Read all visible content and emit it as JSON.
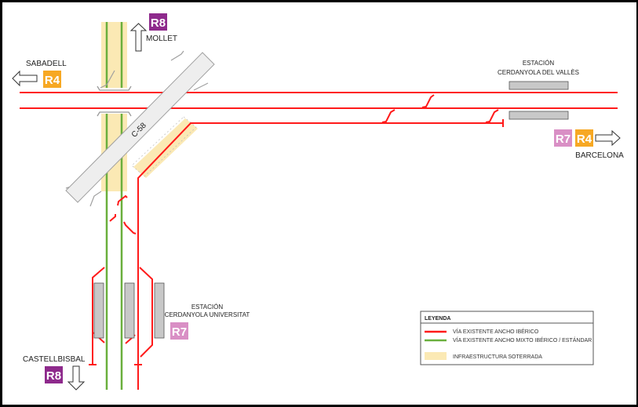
{
  "colors": {
    "iberian_track": "#ff1a1a",
    "mixed_track": "#6aaf3d",
    "underground": "#fbe9b4",
    "platform": "#c8c8c8",
    "road": "#eeeeee",
    "road_edge": "#a0a0a0",
    "line_R4": "#f7a823",
    "line_R7": "#d98fc5",
    "line_R8": "#8e2a8c"
  },
  "directions": {
    "mollet": {
      "line": "R8",
      "label": "MOLLET",
      "arrow": "up-arrow"
    },
    "sabadell": {
      "line": "R4",
      "label": "SABADELL",
      "arrow": "left-arrow"
    },
    "barcelona": {
      "lines": [
        "R7",
        "R4"
      ],
      "label": "BARCELONA",
      "arrow": "right-arrow"
    },
    "castellbisbal": {
      "line": "R8",
      "label": "CASTELLBISBAL",
      "arrow": "down-arrow"
    }
  },
  "stations": {
    "cerdanyola_valles": {
      "line1": "ESTACIÓN",
      "line2": "CERDANYOLA DEL VALLÈS"
    },
    "cerdanyola_universitat": {
      "line1": "ESTACIÓN",
      "line2": "CERDANYOLA UNIVERSITAT",
      "line": "R7"
    }
  },
  "road": {
    "label": "C-58"
  },
  "legend": {
    "title": "LEYENDA",
    "items": [
      {
        "label": "VÍA EXISTENTE ANCHO IBÉRICO",
        "type": "iberian_track"
      },
      {
        "label": "VÍA EXISTENTE ANCHO MIXTO IBÉRICO / ESTÁNDAR",
        "type": "mixed_track"
      },
      {
        "label": "INFRAESTRUCTURA SOTERRADA",
        "type": "underground"
      }
    ]
  }
}
